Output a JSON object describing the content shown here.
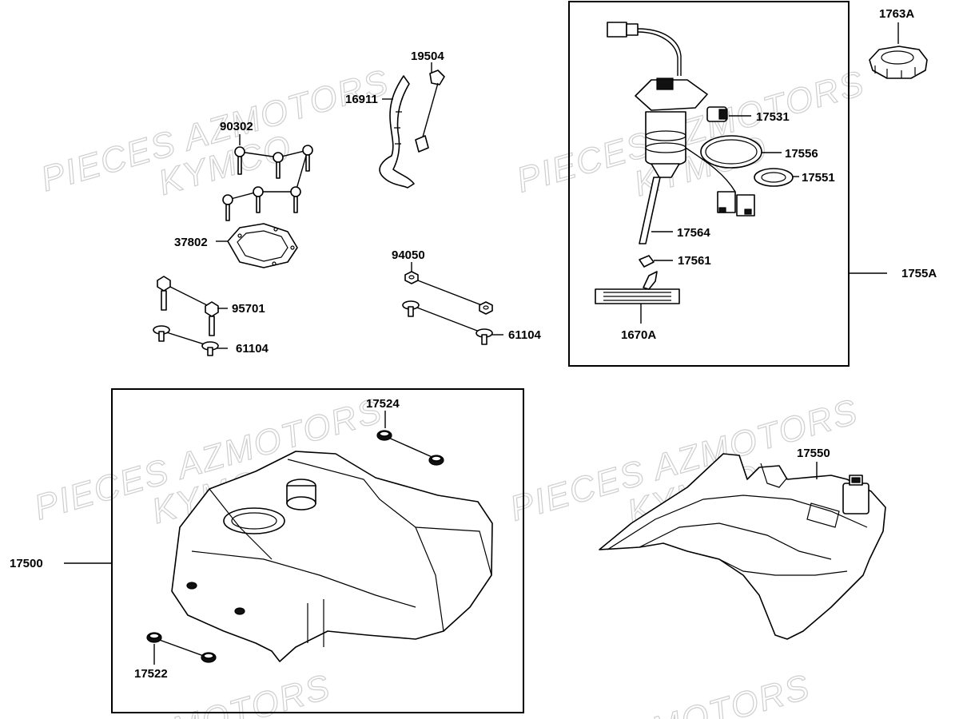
{
  "watermark": {
    "line1": "PIECES AZMOTORS",
    "line2": "KYMCO",
    "partial": "MOTORS"
  },
  "callouts": {
    "p90302": "90302",
    "p37802": "37802",
    "p95701": "95701",
    "p61104_left": "61104",
    "p19504": "19504",
    "p16911": "16911",
    "p94050": "94050",
    "p61104_right": "61104",
    "p17531": "17531",
    "p17556": "17556",
    "p17551": "17551",
    "p17564": "17564",
    "p17561": "17561",
    "p1670A": "1670A",
    "p1755A": "1755A",
    "p1763A": "1763A",
    "p17524": "17524",
    "p17500": "17500",
    "p17522": "17522",
    "p17550": "17550"
  }
}
